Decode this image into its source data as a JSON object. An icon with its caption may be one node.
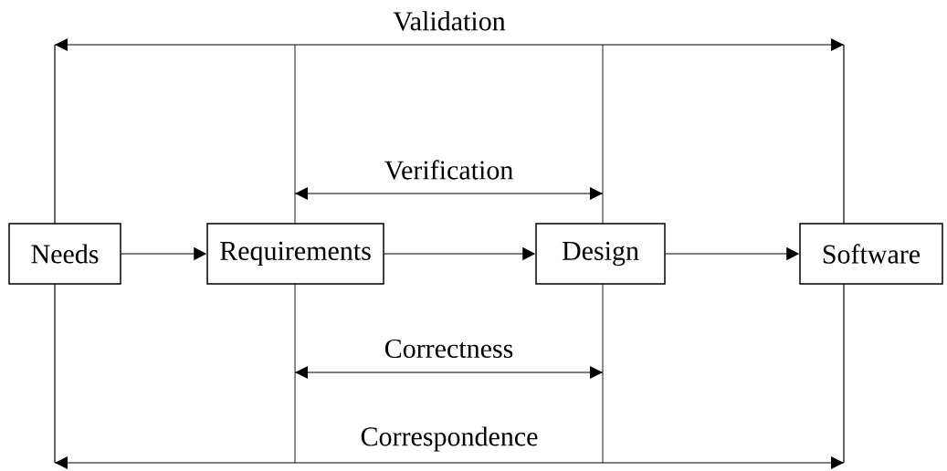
{
  "diagram": {
    "nodes": [
      {
        "text": [
          "Needs"
        ]
      },
      {
        "text": [
          "Requirements"
        ]
      },
      {
        "text": [
          "Design"
        ]
      },
      {
        "text": [
          "Software"
        ]
      }
    ],
    "edges": [
      {
        "from": 0,
        "to": 1,
        "arrow": "to"
      },
      {
        "from": 1,
        "to": 2,
        "arrow": "to"
      },
      {
        "from": 2,
        "to": 3,
        "arrow": "to"
      }
    ],
    "labels": [
      "Validation",
      "Verification",
      "Correctness",
      "Correspondence"
    ]
  }
}
